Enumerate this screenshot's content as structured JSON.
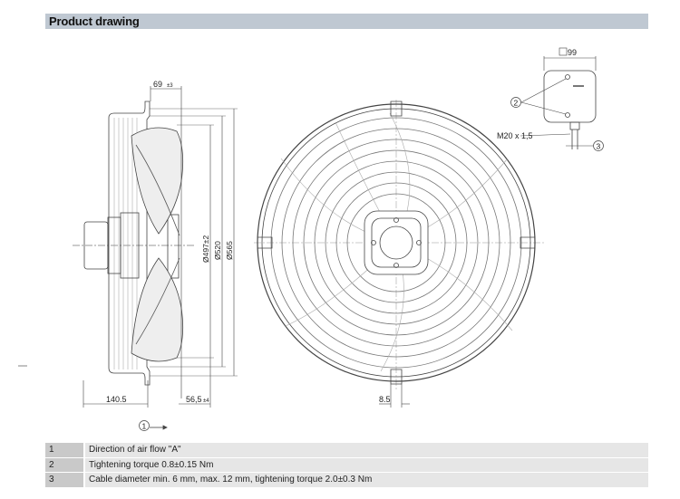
{
  "header": {
    "title": "Product drawing"
  },
  "drawing": {
    "side_view": {
      "dim_top": "69",
      "dim_top_tol": "±3",
      "dim_d1": "Ø497±2",
      "dim_d2": "Ø520",
      "dim_d3": "Ø565",
      "dim_left": "140.5",
      "dim_right": "56,5",
      "dim_right_tol": "±4",
      "callout": "1"
    },
    "front_view": {
      "dim_bottom": "8.5"
    },
    "terminal_box": {
      "dim_width": "99",
      "thread": "M20 x 1,5",
      "callout_screws": "2",
      "callout_cable": "3"
    }
  },
  "notes": [
    {
      "num": "1",
      "text": "Direction of air flow \"A\""
    },
    {
      "num": "2",
      "text": "Tightening torque 0.8±0.15 Nm"
    },
    {
      "num": "3",
      "text": "Cable diameter min. 6 mm, max. 12 mm, tightening torque 2.0±0.3 Nm"
    }
  ]
}
